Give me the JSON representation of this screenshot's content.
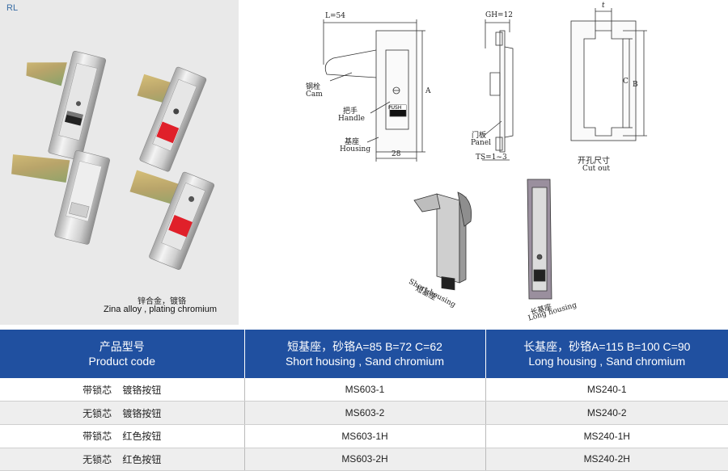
{
  "brand": "RL",
  "material": {
    "zh": "锌合金，镀铬",
    "en": "Zina alloy , plating chromium"
  },
  "drawing_labels": {
    "length": "L=54",
    "gh": "GH=12",
    "t": "t",
    "cam_zh": "钢栓",
    "cam_en": "Cam",
    "handle_zh": "把手",
    "handle_en": "Handle",
    "housing_zh": "基座",
    "housing_en": "Housing",
    "dim_a": "A",
    "dim_28": "28",
    "push": "PUSH",
    "panel_zh": "门板",
    "panel_en": "Panel",
    "ts": "TS=1~3",
    "dim_b": "B",
    "dim_c": "C",
    "cutout_zh": "开孔尺寸",
    "cutout_en": "Cut out",
    "short_zh": "短基座",
    "short_en": "Short housing",
    "long_zh": "长基座",
    "long_en": "Long housing"
  },
  "table": {
    "headers": [
      {
        "zh": "产品型号",
        "en": "Product code"
      },
      {
        "zh": "短基座，砂铬A=85  B=72  C=62",
        "en": "Short housing , Sand chromium"
      },
      {
        "zh": "长基座，砂铬A=115  B=100  C=90",
        "en": "Long housing , Sand chromium"
      }
    ],
    "rows": [
      {
        "type": "带锁芯    镀铬按钮",
        "short": "MS603-1",
        "long": "MS240-1"
      },
      {
        "type": "无锁芯    镀铬按钮",
        "short": "MS603-2",
        "long": "MS240-2"
      },
      {
        "type": "带锁芯    红色按钮",
        "short": "MS603-1H",
        "long": "MS240-1H"
      },
      {
        "type": "无锁芯    红色按钮",
        "short": "MS603-2H",
        "long": "MS240-2H"
      }
    ]
  },
  "colors": {
    "header_blue": "#2050a0",
    "push_red": "#e0202a",
    "plating": "#d8d8d8",
    "long_housing": "#9a8f9e"
  }
}
